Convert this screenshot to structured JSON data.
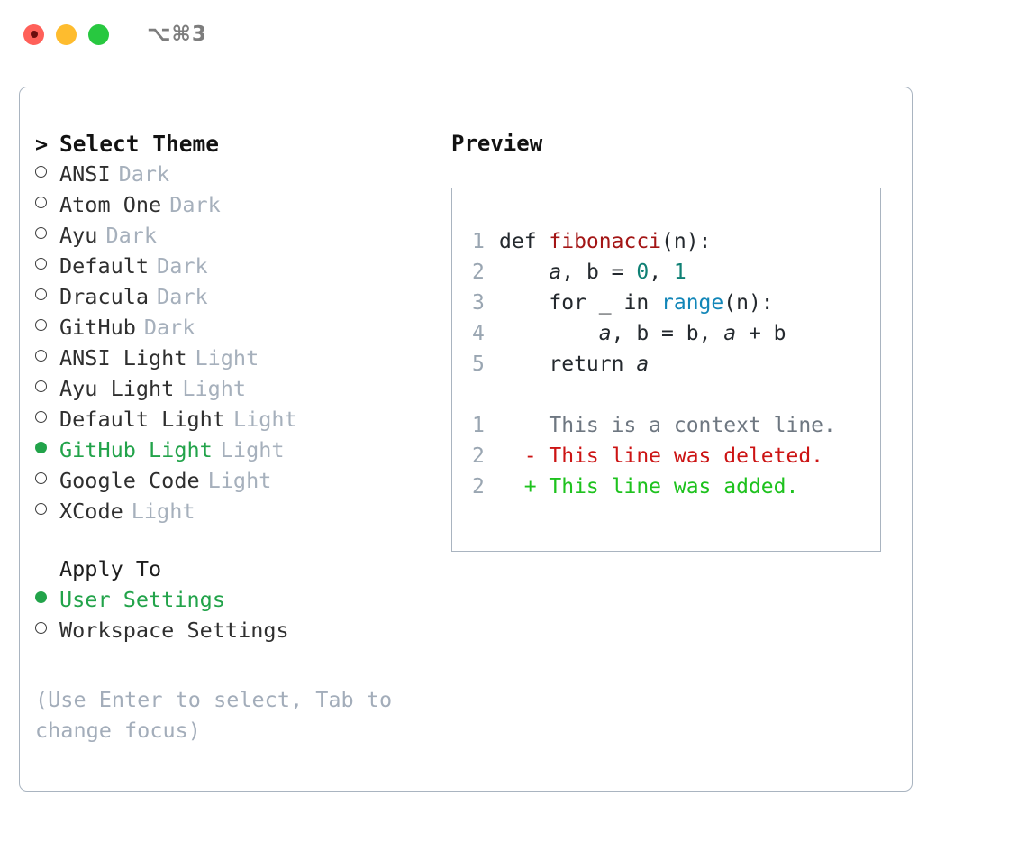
{
  "titlebar": {
    "shortcut": "⌥⌘3",
    "lights": [
      "close",
      "minimize",
      "maximize"
    ]
  },
  "theme_list": {
    "header_marker": ">",
    "header": "Select Theme",
    "items": [
      {
        "marker": "○",
        "selected": false,
        "label": "ANSI",
        "variant": "Dark"
      },
      {
        "marker": "○",
        "selected": false,
        "label": "Atom One",
        "variant": "Dark"
      },
      {
        "marker": "○",
        "selected": false,
        "label": "Ayu",
        "variant": "Dark"
      },
      {
        "marker": "○",
        "selected": false,
        "label": "Default",
        "variant": "Dark"
      },
      {
        "marker": "○",
        "selected": false,
        "label": "Dracula",
        "variant": "Dark"
      },
      {
        "marker": "○",
        "selected": false,
        "label": "GitHub",
        "variant": "Dark"
      },
      {
        "marker": "○",
        "selected": false,
        "label": "ANSI Light",
        "variant": "Light"
      },
      {
        "marker": "○",
        "selected": false,
        "label": "Ayu Light",
        "variant": "Light"
      },
      {
        "marker": "○",
        "selected": false,
        "label": "Default Light",
        "variant": "Light"
      },
      {
        "marker": "●",
        "selected": true,
        "label": "GitHub Light",
        "variant": "Light"
      },
      {
        "marker": "○",
        "selected": false,
        "label": "Google Code",
        "variant": "Light"
      },
      {
        "marker": "○",
        "selected": false,
        "label": "XCode",
        "variant": "Light"
      }
    ]
  },
  "apply_to": {
    "header": "Apply To",
    "items": [
      {
        "marker": "●",
        "selected": true,
        "label": "User Settings"
      },
      {
        "marker": "○",
        "selected": false,
        "label": "Workspace Settings"
      }
    ]
  },
  "hint": "(Use Enter to select, Tab to change focus)",
  "preview": {
    "title": "Preview",
    "code_lines": [
      {
        "num": "1",
        "tokens": [
          {
            "t": "def ",
            "k": "plain"
          },
          {
            "t": "fibonacci",
            "k": "fn"
          },
          {
            "t": "(n):",
            "k": "plain"
          }
        ]
      },
      {
        "num": "2",
        "tokens": [
          {
            "t": "    ",
            "k": "plain"
          },
          {
            "t": "a",
            "k": "var"
          },
          {
            "t": ", ",
            "k": "plain"
          },
          {
            "t": "b",
            "k": "plain"
          },
          {
            "t": " = ",
            "k": "plain"
          },
          {
            "t": "0",
            "k": "num"
          },
          {
            "t": ", ",
            "k": "plain"
          },
          {
            "t": "1",
            "k": "num"
          }
        ]
      },
      {
        "num": "3",
        "tokens": [
          {
            "t": "    for _ in ",
            "k": "plain"
          },
          {
            "t": "range",
            "k": "call"
          },
          {
            "t": "(n):",
            "k": "plain"
          }
        ]
      },
      {
        "num": "4",
        "tokens": [
          {
            "t": "        ",
            "k": "plain"
          },
          {
            "t": "a",
            "k": "var"
          },
          {
            "t": ", b = b, ",
            "k": "plain"
          },
          {
            "t": "a",
            "k": "var"
          },
          {
            "t": " + b",
            "k": "plain"
          }
        ]
      },
      {
        "num": "5",
        "tokens": [
          {
            "t": "    return ",
            "k": "plain"
          },
          {
            "t": "a",
            "k": "var"
          }
        ]
      }
    ],
    "diff_lines": [
      {
        "num": "1",
        "sign": " ",
        "text": "This is a context line.",
        "kind": "ctx"
      },
      {
        "num": "2",
        "sign": "-",
        "text": "This line was deleted.",
        "kind": "del"
      },
      {
        "num": "2",
        "sign": "+",
        "text": "This line was added.",
        "kind": "add"
      }
    ]
  },
  "colors": {
    "accent_green": "#22a34a",
    "muted": "#a6b0bc",
    "border": "#a9b4c0",
    "code_fn": "#a31515",
    "code_num": "#0f8074",
    "code_call": "#1286b8",
    "diff_del": "#cc1414",
    "diff_add": "#1ec21e"
  }
}
